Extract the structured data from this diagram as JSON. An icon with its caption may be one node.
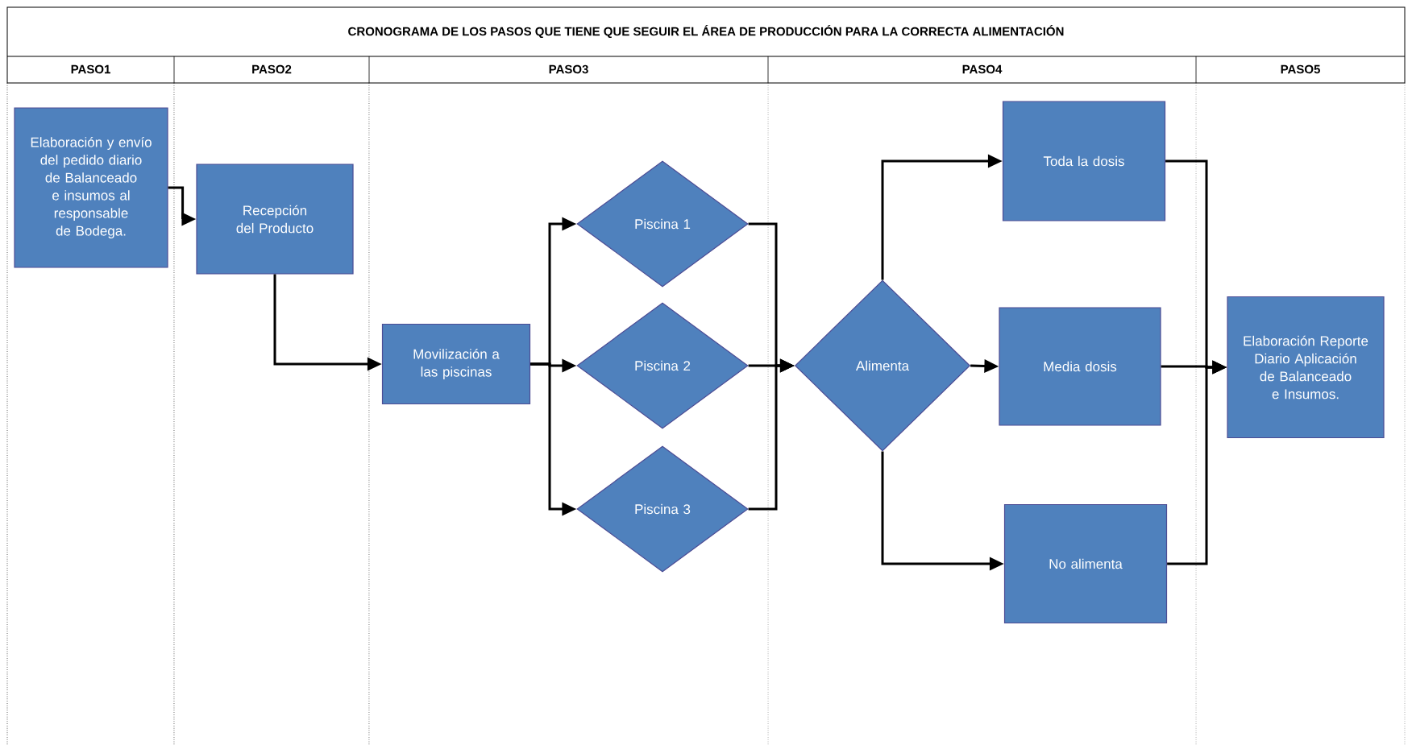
{
  "diagram": {
    "title": "CRONOGRAMA DE LOS PASOS QUE TIENE QUE SEGUIR EL ÁREA DE PRODUCCIÓN PARA LA CORRECTA ALIMENTACIÓN",
    "nodes": [
      {
        "text": [
          "Elaboración y envío del pedido diario de Balanceado e insumos al responsable de Bodega."
        ]
      },
      {
        "text": [
          "Recepción del Producto"
        ]
      },
      {
        "text": [
          "Movilización a las piscinas"
        ]
      },
      {
        "text": [
          "Piscina 1"
        ]
      },
      {
        "text": [
          "Piscina 2"
        ]
      },
      {
        "text": [
          "Piscina 3"
        ]
      },
      {
        "text": [
          "Alimenta"
        ]
      },
      {
        "text": [
          "Toda la dosis"
        ]
      },
      {
        "text": [
          "Media dosis"
        ]
      },
      {
        "text": [
          "No alimenta"
        ]
      },
      {
        "text": [
          "Elaboración Reporte Diario Aplicación de Balanceado e Insumos."
        ]
      }
    ],
    "edges": [
      {
        "from": 0,
        "to": 1,
        "arrow": "to"
      },
      {
        "from": 1,
        "to": 2,
        "arrow": "to"
      },
      {
        "from": 2,
        "to": 3,
        "arrow": "to"
      },
      {
        "from": 2,
        "to": 4,
        "arrow": "to"
      },
      {
        "from": 2,
        "to": 5,
        "arrow": "to"
      },
      {
        "from": 3,
        "to": 6,
        "arrow": "to"
      },
      {
        "from": 4,
        "to": 6,
        "arrow": "to"
      },
      {
        "from": 5,
        "to": 6,
        "arrow": "to"
      },
      {
        "from": 6,
        "to": 7,
        "arrow": "to"
      },
      {
        "from": 6,
        "to": 8,
        "arrow": "to"
      },
      {
        "from": 6,
        "to": 9,
        "arrow": "to"
      },
      {
        "from": 7,
        "to": 10,
        "arrow": "to"
      },
      {
        "from": 8,
        "to": 10,
        "arrow": "to"
      },
      {
        "from": 9,
        "to": 10,
        "arrow": "to"
      }
    ],
    "labels": [
      "PASO1",
      "PASO2",
      "PASO3",
      "PASO4",
      "PASO5"
    ]
  }
}
